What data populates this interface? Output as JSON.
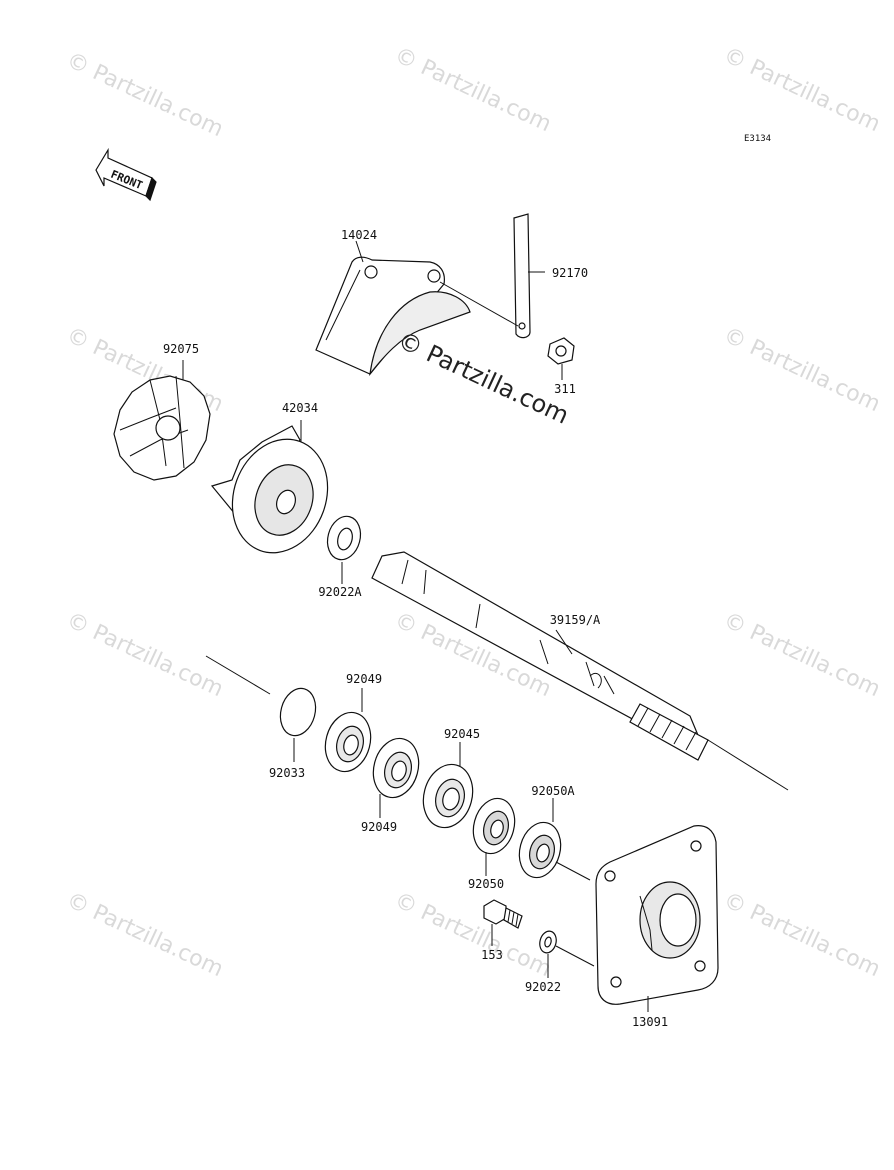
{
  "diagram_code": "E3134",
  "front_label": "FRONT",
  "watermark_text": "© Partzilla.com",
  "center_watermark_text": "© Partzilla.com",
  "parts": {
    "p14024": "14024",
    "p92170": "92170",
    "p311": "311",
    "p92075": "92075",
    "p42034": "42034",
    "p92022A": "92022A",
    "p39159A": "39159/A",
    "p92049a": "92049",
    "p92033": "92033",
    "p92049b": "92049",
    "p92045": "92045",
    "p92050A": "92050A",
    "p92050": "92050",
    "p153": "153",
    "p92022": "92022",
    "p13091": "13091"
  },
  "colors": {
    "line": "#111111",
    "watermark": "#d9d9d9",
    "shade": "#cfcfcf"
  }
}
